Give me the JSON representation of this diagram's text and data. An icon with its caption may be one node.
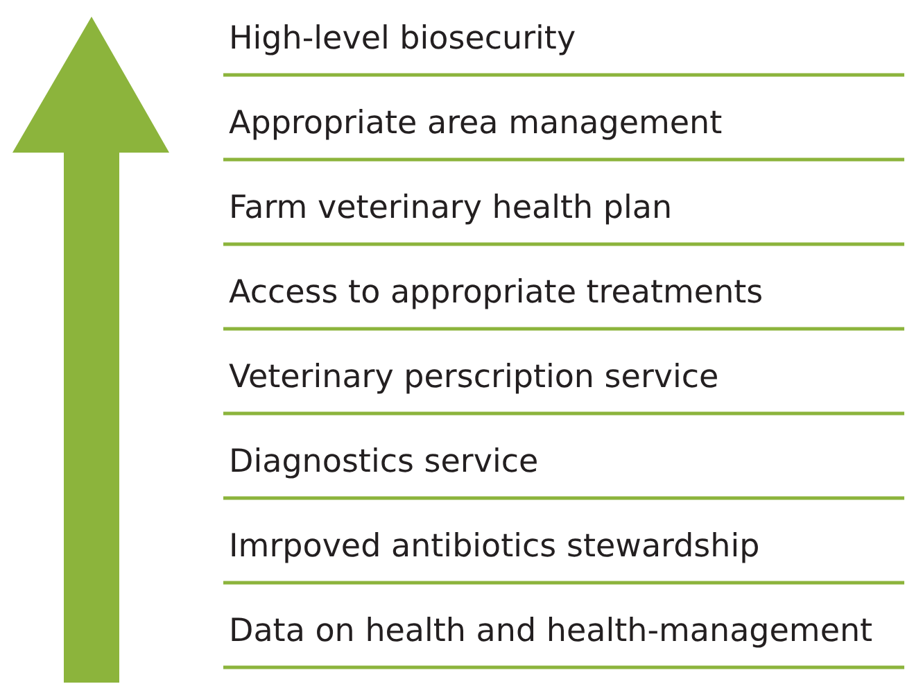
{
  "diagram": {
    "labels": [
      "High-level biosecurity",
      "Appropriate area management",
      "Farm veterinary health plan",
      "Access to appropriate treatments",
      "Veterinary perscription service",
      "Diagnostics service",
      "Imrpoved antibiotics stewardship",
      "Data on health and health-management"
    ]
  }
}
